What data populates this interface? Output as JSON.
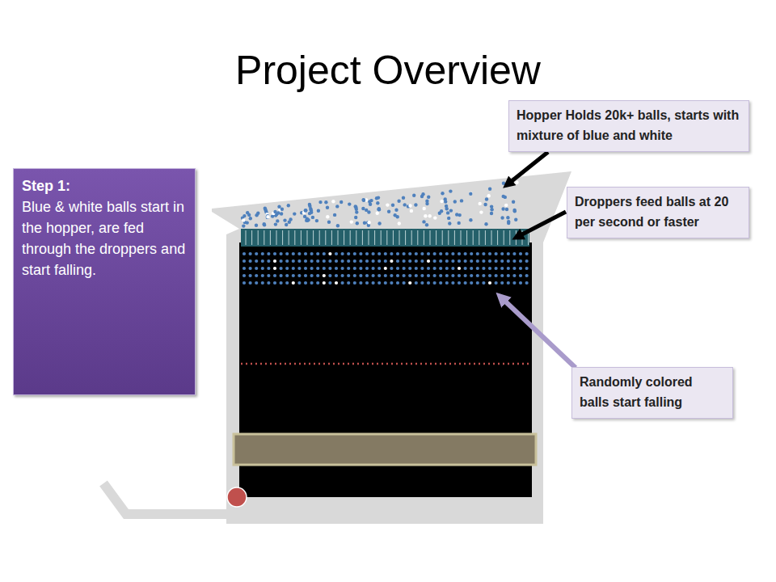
{
  "diagram": {
    "title": "Project Overview",
    "nodes": [
      {
        "text": [
          "Hopper Holds 20k+ balls, starts with mixture of blue and white"
        ]
      },
      {
        "text": [
          "Step 1:",
          "Blue & white balls start in the hopper, are fed through the droppers and start falling."
        ]
      },
      {
        "text": [
          "Droppers feed balls at 20 per second or faster"
        ]
      },
      {
        "text": [
          "Randomly colored balls start falling"
        ]
      }
    ]
  }
}
